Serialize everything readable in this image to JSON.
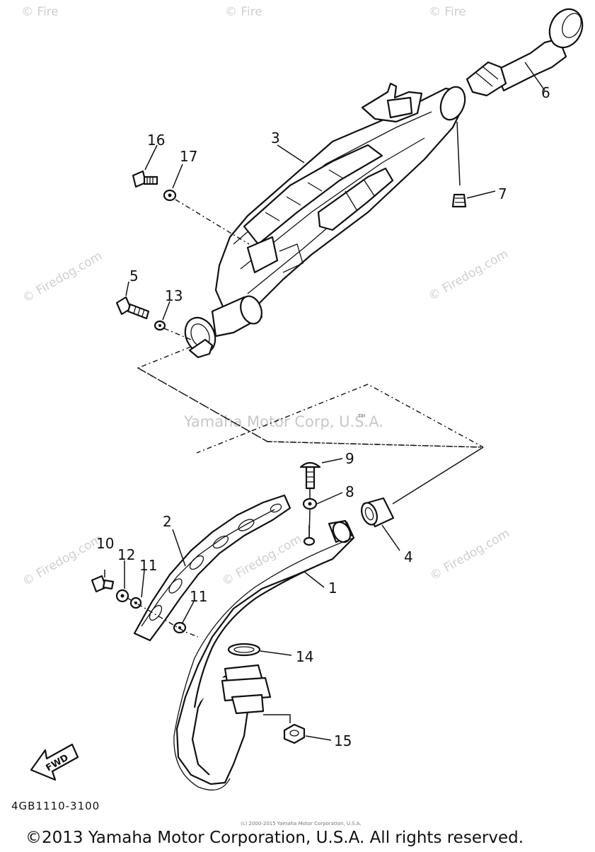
{
  "callouts": [
    "1",
    "2",
    "3",
    "4",
    "5",
    "6",
    "7",
    "8",
    "9",
    "10",
    "11",
    "11",
    "12",
    "13",
    "14",
    "15",
    "16",
    "17"
  ],
  "watermarks": {
    "site": "© Firedog.com",
    "site_partial": "© Fire",
    "center": "Yamaha Motor Corp, U.S.A."
  },
  "trademark": "TM",
  "fwd_label": "FWD",
  "diagram_code": "4GB1110-3100",
  "copyright": "©2013 Yamaha Motor Corporation, U.S.A. All rights reserved.",
  "fine_print": "(c) 2000-2015 Yamaha Motor Corporation, U.S.A."
}
